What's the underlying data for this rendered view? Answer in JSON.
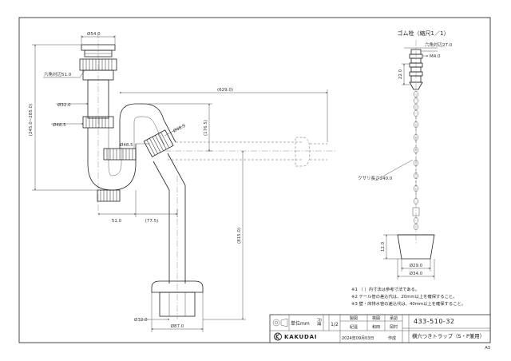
{
  "dims": {
    "d_top": "Ø54.0",
    "d_hex": "六角対辺51.0",
    "d_pipe": "Ø32.0",
    "d_nut": "Ø48.5",
    "d_nut2": "Ø48.5",
    "d_nut3": "Ø48.5",
    "height_range": "(245.0~285.0)",
    "len_629": "(629.0)",
    "len_176": "(176.5)",
    "len_815": "(815.0)",
    "len_51": "51.0",
    "len_77": "(77.5)",
    "d_bottom": "Ø32.0",
    "d_flange": "Ø87.0"
  },
  "plug_view": {
    "title": "ゴム栓（縮尺1／1）",
    "hex": "六角対辺27.0",
    "thread": "M4.0",
    "len_22": "22.0",
    "chain": "クサリ長さ240.0",
    "h_12": "12.0",
    "d_29": "Ø29.0",
    "d_34": "Ø34.0"
  },
  "notes": [
    "※1 （  ）内寸法は参考寸法である。",
    "※2 テール管の差込代は、20mm以上を確保すること。",
    "※3 壁・床排水管の差込代は、40mm以上を確保すること。"
  ],
  "title_block": {
    "unit_label": "単位mm",
    "scale_label": "尺度",
    "scale_value": "1/2",
    "roles": [
      "製図",
      "検図",
      "承認"
    ],
    "names": [
      "紀遠",
      "和田",
      "岡村"
    ],
    "part_no": "433-510-32",
    "brand": "KAKUDAI",
    "date": "2024年09月03日",
    "date_suffix": "作成",
    "product_name": "横穴つきトラップ（S・P兼用）",
    "sheet_size": "A3"
  }
}
